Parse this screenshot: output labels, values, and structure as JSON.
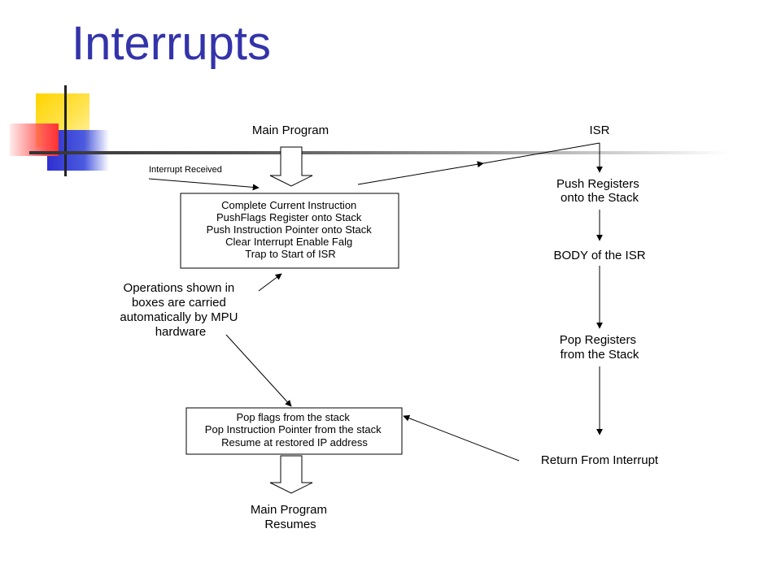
{
  "slide": {
    "title": "Interrupts"
  },
  "diagram": {
    "main_program_label": "Main Program",
    "isr_label": "ISR",
    "interrupt_received_label": "Interrupt Received",
    "entry_box_lines": [
      "Complete Current Instruction",
      "PushFlags Register onto Stack",
      "Push Instruction Pointer onto Stack",
      "Clear Interrupt Enable Falg",
      "Trap to Start of ISR"
    ],
    "push_registers_lines": [
      "Push Registers",
      "onto the Stack"
    ],
    "isr_body_label": "BODY of the ISR",
    "pop_registers_lines": [
      "Pop Registers",
      "from the Stack"
    ],
    "return_label": "Return From Interrupt",
    "note_lines": [
      "Operations shown in",
      "boxes are carried",
      "automatically by MPU",
      "hardware"
    ],
    "exit_box_lines": [
      "Pop flags from the stack",
      "Pop Instruction Pointer from the stack",
      "Resume at restored IP address"
    ],
    "resume_lines": [
      "Main Program",
      "Resumes"
    ]
  },
  "colors": {
    "title": "#3333aa",
    "accent_yellow": "#ffd400",
    "accent_blue": "#2f2fd0",
    "accent_red": "#ff5050"
  }
}
